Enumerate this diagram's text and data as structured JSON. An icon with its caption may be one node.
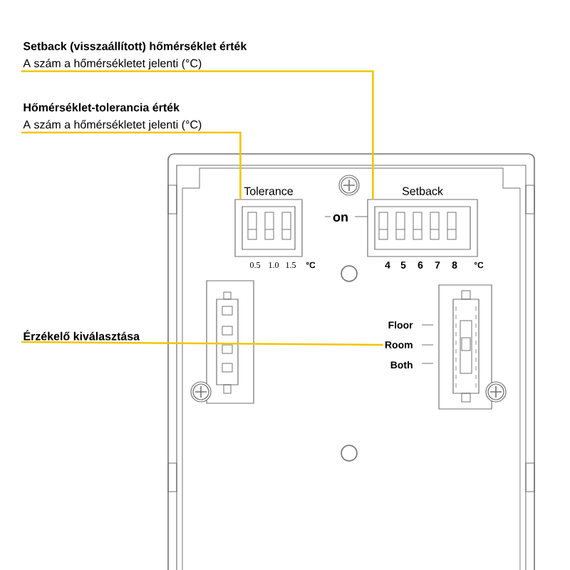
{
  "diagram": {
    "nodes": [
      {
        "text": [
          "**Setback (visszaállított) hőmérséklet érték**",
          "A szám a hőmérsékletet jelenti (°C)"
        ]
      },
      {
        "text": [
          "**Hőmérséklet-tolerancia érték**",
          "A szám a hőmérsékletet jelenti (°C)"
        ]
      },
      {
        "text": [
          "**Érzékelő kiválasztása**"
        ]
      },
      {
        "text": [
          "Tolerance"
        ],
        "beside": [
          "0.5",
          "1.0",
          "1.5",
          "°C"
        ]
      },
      {
        "text": [
          "Setback"
        ],
        "beside": [
          "4",
          "5",
          "6",
          "7",
          "8",
          "°C"
        ]
      },
      {
        "text": [
          "Room"
        ]
      }
    ],
    "edges": [
      {
        "from": 0,
        "to": 4,
        "arrow": "none"
      },
      {
        "from": 1,
        "to": 3,
        "arrow": "none"
      },
      {
        "from": 2,
        "to": 5,
        "arrow": "none"
      }
    ],
    "labels": [
      "on",
      "Floor",
      "Both"
    ]
  }
}
